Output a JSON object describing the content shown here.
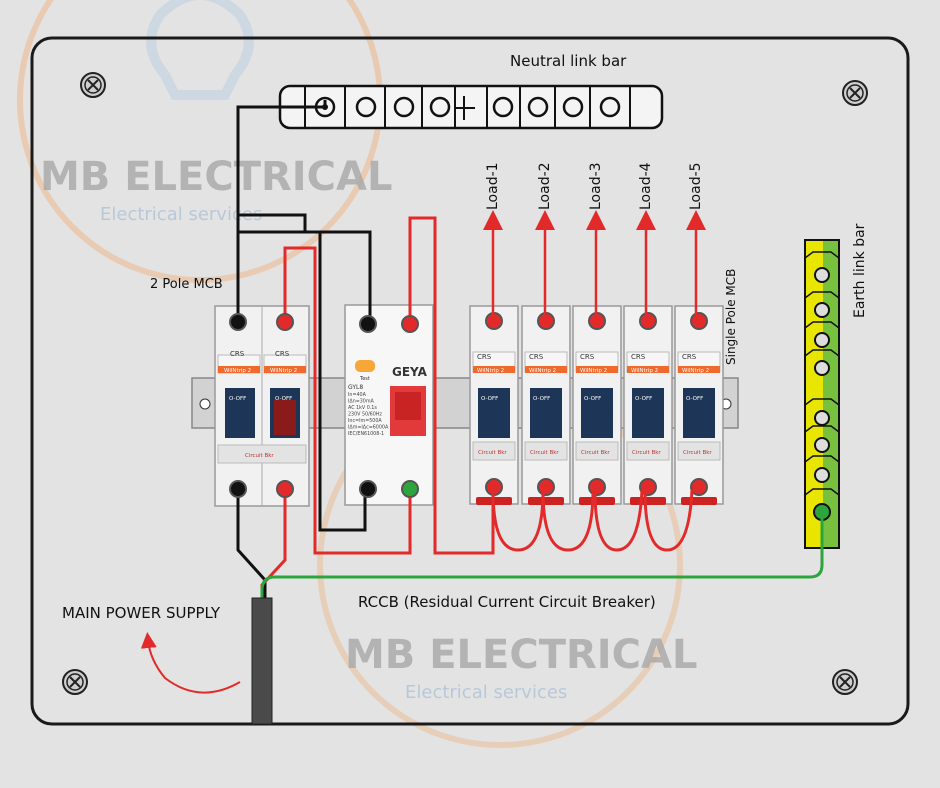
{
  "watermark": {
    "brand": "MB ELECTRICAL",
    "tagline": "Electrical services"
  },
  "labels": {
    "neutral_link_bar": "Neutral link bar",
    "earth_link_bar": "Earth link bar",
    "two_pole_mcb": "2 Pole MCB",
    "single_pole_mcb": "Single Pole MCB",
    "rccb": "RCCB (Residual Current Circuit Breaker)",
    "main_power_supply": "MAIN POWER SUPPLY"
  },
  "loads": [
    "Load-1",
    "Load-2",
    "Load-3",
    "Load-4",
    "Load-5"
  ],
  "breakers": {
    "mcb_brand": "CRS",
    "mcb_model": "WilNtrip 2",
    "mcb_off": "O-OFF",
    "mcb_foot": "Circuit Bkr",
    "rccb_brand": "GEYA",
    "rccb_model": "GYL8",
    "rccb_test": "Test",
    "rccb_specs": [
      "In=40A",
      "IΔn=30mA",
      "AC 1kV 0.1s",
      "230V 50/60Hz",
      "Inc=Im=500A",
      "IΔm=IΔc=6000A",
      "IEC/EN61008-1"
    ]
  },
  "colors": {
    "live": "#e32a2a",
    "neutral": "#111111",
    "earth": "#2ca63c",
    "earth_bar": "#e8e600",
    "breaker_handle": "#1d3557",
    "rccb_handle": "#e23a3a",
    "watermark": "#f0a060"
  }
}
